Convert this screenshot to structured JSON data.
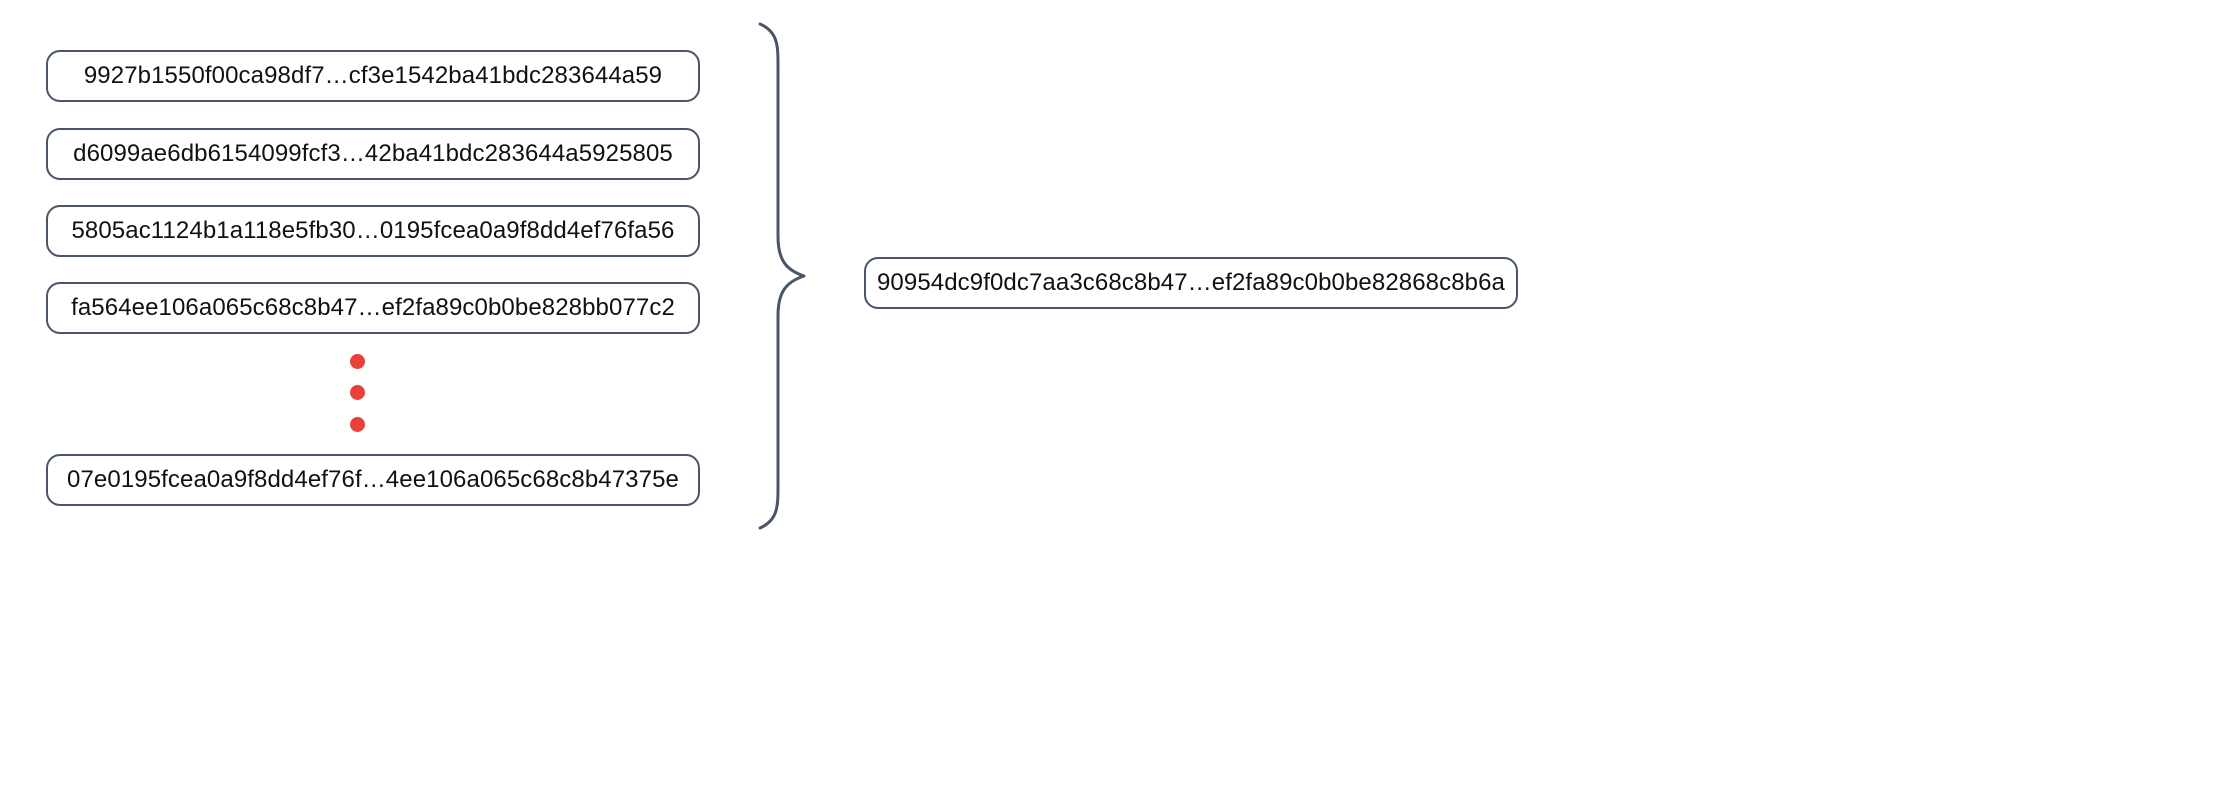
{
  "diagram": {
    "type": "hash-aggregation",
    "title": "Hash list aggregated into a single digest",
    "accent_color": "#e8403a",
    "border_color": "#4a5568",
    "text_color": "#111111",
    "background_color": "#ffffff"
  },
  "inputs": {
    "label": "input-hash-list",
    "items": [
      {
        "id": "input-hash-1",
        "value": "9927b1550f00ca98df7…cf3e1542ba41bdc283644a59"
      },
      {
        "id": "input-hash-2",
        "value": "d6099ae6db6154099fcf3…42ba41bdc283644a5925805"
      },
      {
        "id": "input-hash-3",
        "value": "5805ac1124b1a118e5fb30…0195fcea0a9f8dd4ef76fa56"
      },
      {
        "id": "input-hash-4",
        "value": "fa564ee106a065c68c8b47…ef2fa89c0b0be828bb077c2"
      },
      {
        "id": "input-hash-last",
        "value": "07e0195fcea0a9f8dd4ef76f…4ee106a065c68c8b47375e"
      }
    ]
  },
  "continuation": {
    "label": "vertical-ellipsis",
    "symbol": "⋮",
    "dot_count": 3,
    "color": "#e8403a"
  },
  "connector": {
    "label": "curly-brace",
    "direction": "left-to-right",
    "shape": "brace"
  },
  "output": {
    "label": "aggregated-hash",
    "value": "90954dc9f0dc7aa3c68c8b47…ef2fa89c0b0be82868c8b6a"
  }
}
